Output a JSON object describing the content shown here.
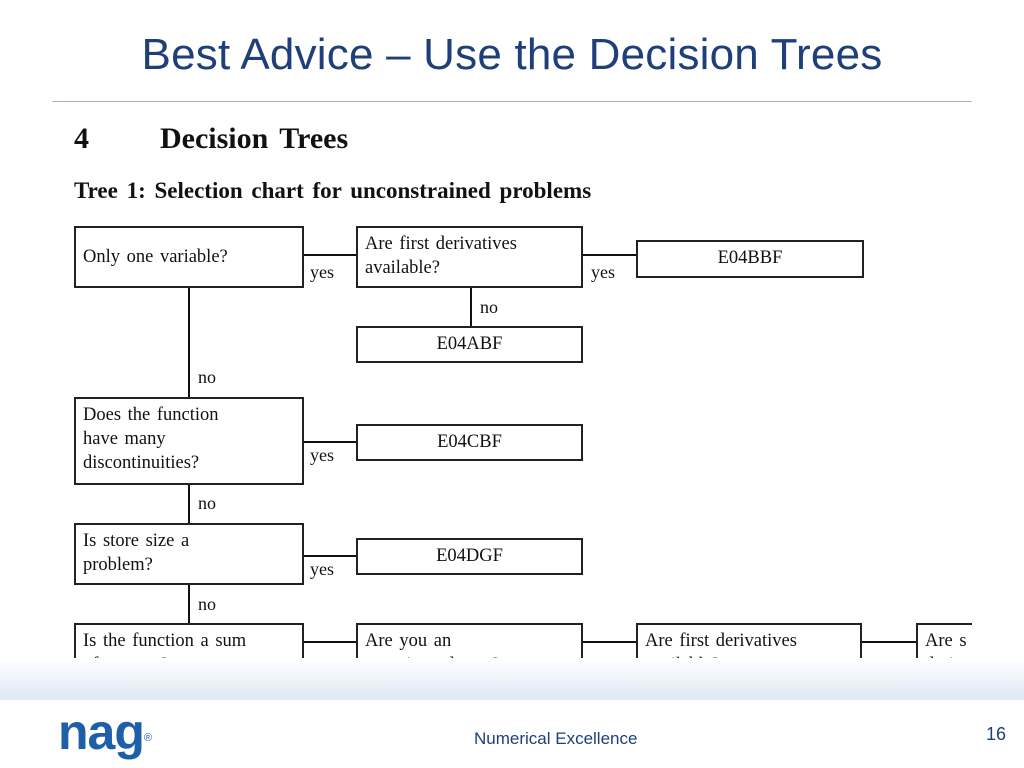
{
  "slide": {
    "title": "Best Advice – Use the Decision Trees",
    "page_number": "16",
    "footer_tagline": "Numerical Excellence",
    "logo_text": "nag",
    "logo_mark": "®"
  },
  "figure": {
    "section_number": "4",
    "section_title": "Decision Trees",
    "tree_title": "Tree 1: Selection chart for unconstrained problems",
    "nodes": {
      "q_one_variable": "Only one variable?",
      "q_first_deriv_1": "Are first derivatives\navailable?",
      "r_e04bbf": "E04BBF",
      "r_e04abf": "E04ABF",
      "q_discontinuities": "Does the function\nhave many\ndiscontinuities?",
      "r_e04cbf": "E04CBF",
      "q_store_size": "Is store size a\nproblem?",
      "r_e04dgf": "E04DGF",
      "q_sum_squares": "Is the function a sum\nof squares?",
      "q_experienced": "Are you an\nexperienced user?",
      "q_first_deriv_2": "Are first derivatives\navailable?",
      "q_partial": "Are s\nderiva"
    },
    "edge_labels": {
      "yes": "yes",
      "no": "no"
    }
  },
  "colors": {
    "title": "#1f3f7a",
    "logo": "#1f5fa8",
    "rule": "#9fb3cf"
  }
}
